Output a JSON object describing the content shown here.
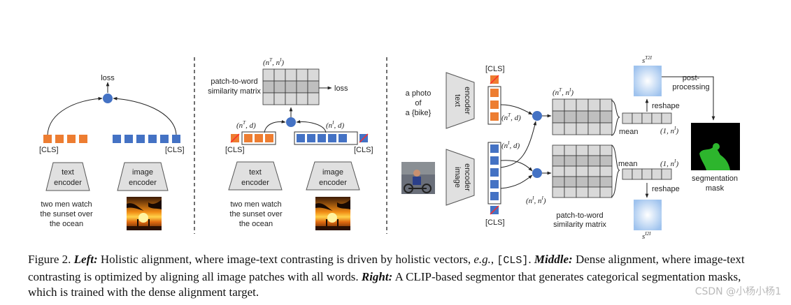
{
  "colors": {
    "orange": "#ed7d31",
    "blue": "#4472c4",
    "dot": "#4472c4",
    "grid": "#d9d9d9",
    "grid_dark": "#bfbfbf",
    "encoder": "#e0e0e0",
    "red": "#ff2a2a"
  },
  "left": {
    "loss": "loss",
    "cls_text": "[CLS]",
    "cls_image": "[CLS]",
    "text_encoder": [
      "text",
      "encoder"
    ],
    "image_encoder": [
      "image",
      "encoder"
    ],
    "caption": [
      "two men watch",
      "the sunset over",
      "the ocean"
    ]
  },
  "middle": {
    "matrix_dims": "(n^T, n^I)",
    "matrix_label": [
      "patch-to-word",
      "similarity matrix"
    ],
    "loss": "loss",
    "text_dims": "(n^T, d)",
    "image_dims": "(n^I, d)",
    "cls_text": "[CLS]",
    "cls_image": "[CLS]",
    "text_encoder": [
      "text",
      "encoder"
    ],
    "image_encoder": [
      "image",
      "encoder"
    ],
    "caption": [
      "two men watch",
      "the sunset over",
      "the ocean"
    ]
  },
  "right": {
    "prompt": [
      "a photo",
      "of",
      "a {bike}"
    ],
    "text_encoder": [
      "text",
      "encoder"
    ],
    "image_encoder": [
      "image",
      "encoder"
    ],
    "cls_top": "[CLS]",
    "cls_bottom": "[CLS]",
    "text_dims": "(n^T, d)",
    "image_dims": "(n^I, d)",
    "top_matrix_dims": "(n^T, n^I)",
    "bottom_matrix_dims": "(n^I, n^I)",
    "matrix_label": [
      "patch-to-word",
      "similarity matrix"
    ],
    "mean_top": "mean",
    "mean_bottom": "mean",
    "vec_top_dims": "(1, n^I)",
    "vec_bottom_dims": "(1, n^I)",
    "reshape_top": "reshape",
    "reshape_bottom": "reshape",
    "s_t2i": "s^T2I",
    "s_i2i": "s^I2I",
    "post_processing": [
      "post-",
      "processing"
    ],
    "mask_label": [
      "segmentation",
      "mask"
    ]
  },
  "caption": {
    "fig": "Figure 2.",
    "left_label": "Left:",
    "left_text_1": "Holistic alignment, where image-text contrasting is driven by holistic vectors,",
    "eg": "e.g.",
    "cls": "[CLS]",
    "middle_label": "Middle:",
    "middle_text": "Dense alignment, where image-text contrasting is optimized by aligning all image patches with all words.",
    "right_label": "Right:",
    "right_text": "A CLIP-based segmentor that generates categorical segmentation masks, which is trained with the dense alignment target."
  },
  "watermark": "CSDN @小杨小杨1"
}
